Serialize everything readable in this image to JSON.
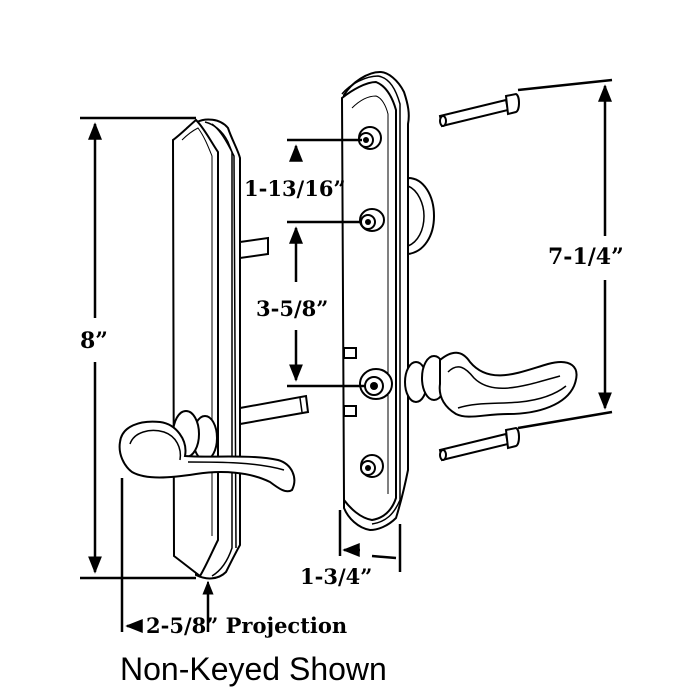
{
  "dimensions": {
    "plate_height": "8”",
    "top_spacing": "1-13/16”",
    "middle_spacing": "3-5/8”",
    "screw_span": "7-1/4”",
    "plate_width": "1-3/4”",
    "projection": "2-5/8” Projection"
  },
  "caption": "Non-Keyed Shown"
}
